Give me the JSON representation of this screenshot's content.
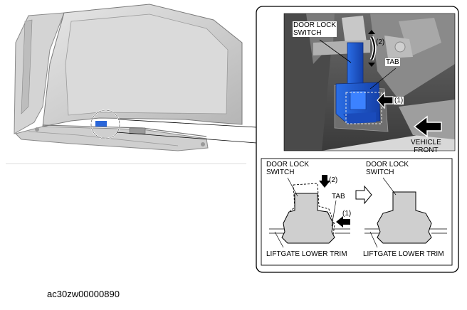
{
  "photo_callout": {
    "door_lock_switch": "DOOR LOCK\nSWITCH",
    "tab": "TAB",
    "step2": "(2)",
    "step1": "(1)",
    "vehicle_front": "VEHICLE\nFRONT"
  },
  "section_before": {
    "door_lock_switch": "DOOR LOCK\nSWITCH",
    "tab": "TAB",
    "step2": "(2)",
    "step1": "(1)",
    "trim": "LIFTGATE LOWER TRIM"
  },
  "section_after": {
    "door_lock_switch": "DOOR LOCK\nSWITCH",
    "trim": "LIFTGATE LOWER TRIM"
  },
  "figure_id": "ac30zw00000890",
  "colors": {
    "switch_blue": "#1f5fd0",
    "panel_gray": "#c9c9c9",
    "photo_dark": "#5a5a5a",
    "section_fill": "#cfcfcf"
  }
}
